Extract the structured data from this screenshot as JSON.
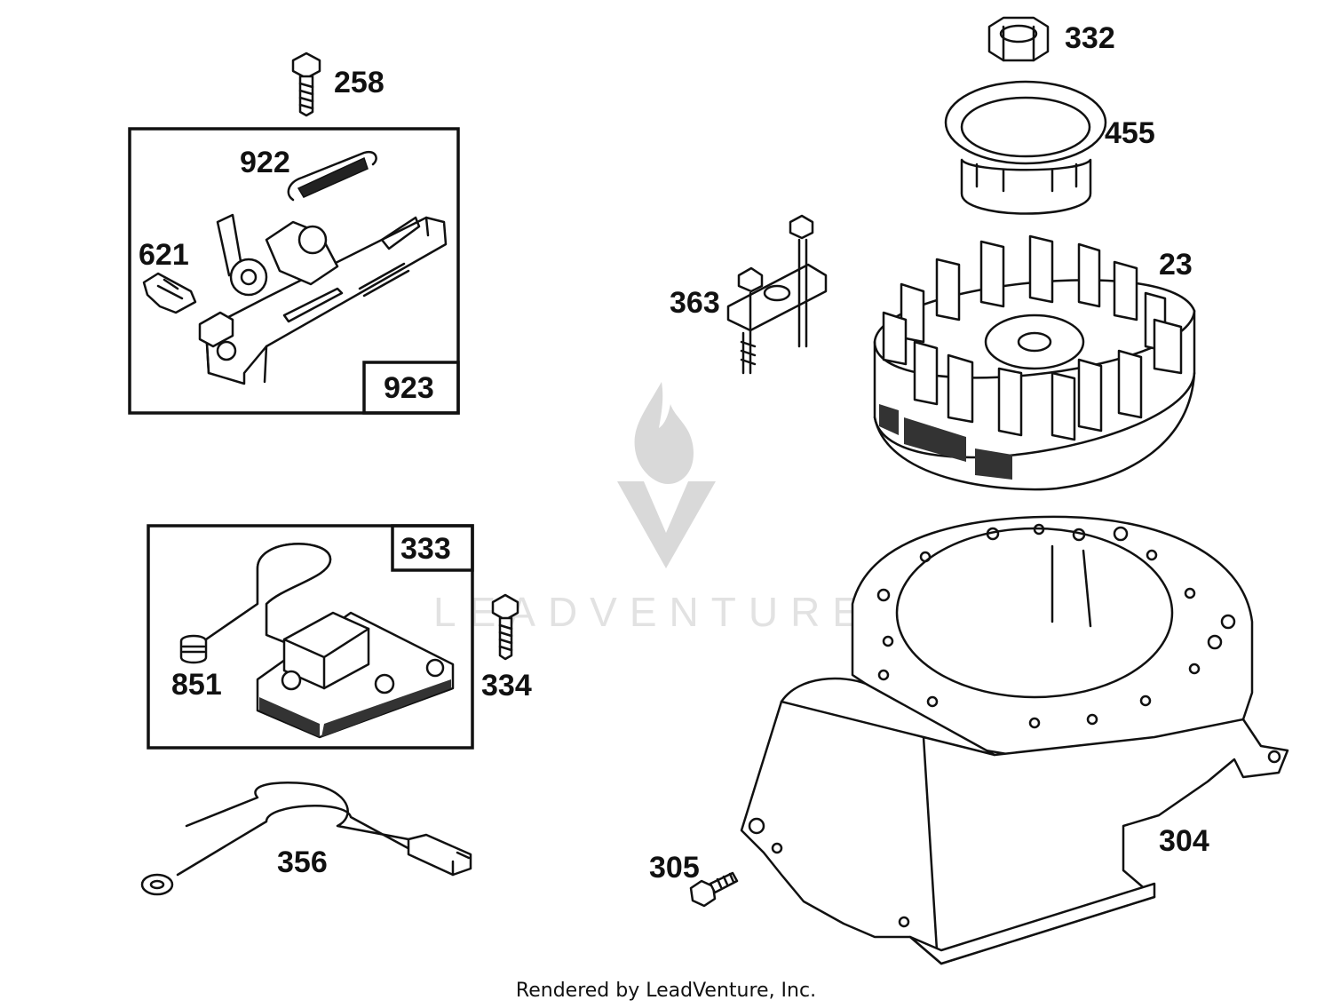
{
  "diagram": {
    "labels": {
      "p258": "258",
      "p922": "922",
      "p621": "621",
      "p923": "923",
      "p333": "333",
      "p851": "851",
      "p334": "334",
      "p356": "356",
      "p332": "332",
      "p455": "455",
      "p363": "363",
      "p23": "23",
      "p304": "304",
      "p305": "305"
    },
    "watermark": "LEADVENTURE",
    "footer": "Rendered by LeadVenture, Inc."
  }
}
